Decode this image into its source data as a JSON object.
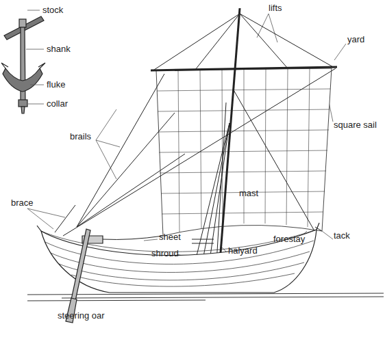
{
  "diagram": {
    "labels": [
      "stock",
      "shank",
      "fluke",
      "collar",
      "lifts",
      "yard",
      "brails",
      "square sail",
      "mast",
      "brace",
      "sheet",
      "forestay",
      "tack",
      "shroud",
      "halyard",
      "steering oar"
    ]
  }
}
